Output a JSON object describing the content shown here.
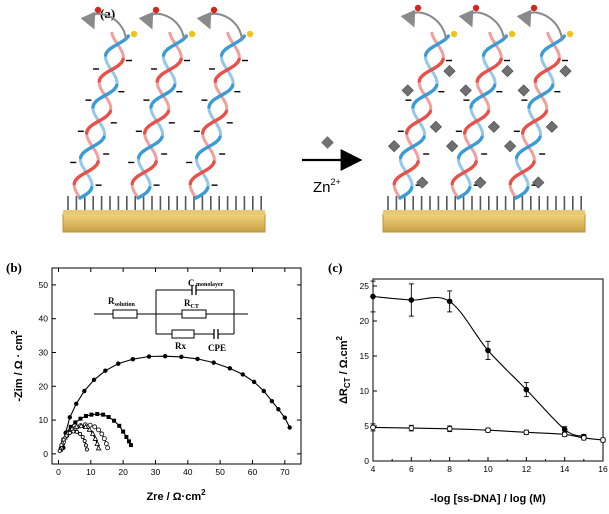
{
  "panel_a": {
    "label": "(a)",
    "reagent": "Zn",
    "reagent_charge": "2+",
    "colors": {
      "strand_red": "#e8504a",
      "strand_blue": "#3a9bd5",
      "gold": "#d9b55a",
      "gold_dark": "#b8913a",
      "dot_red": "#d9231d",
      "dot_yellow": "#f2c21b",
      "zn_diamond": "#707070"
    },
    "icons": [
      "dna-double-helix-icon",
      "curved-arrow-icon",
      "zinc-ion-diamond-icon",
      "gold-electrode-icon"
    ]
  },
  "chart_data": [
    {
      "panel": "(b)",
      "type": "scatter",
      "xlabel": "Zre / Ω·cm",
      "xlabel_sup": "2",
      "ylabel": "-Zim / Ω · cm",
      "ylabel_sup": "2",
      "xlim": [
        -2,
        75
      ],
      "ylim": [
        -3,
        55
      ],
      "xticks": [
        0,
        10,
        20,
        30,
        40,
        50,
        60,
        70
      ],
      "yticks": [
        0,
        10,
        20,
        30,
        40,
        50
      ],
      "series": [
        {
          "marker": "filled-circle",
          "fit": true,
          "points": [
            [
              1.5,
              1.8
            ],
            [
              2.2,
              6.2
            ],
            [
              3.5,
              10.8
            ],
            [
              5.5,
              14.8
            ],
            [
              8,
              18.6
            ],
            [
              11,
              21.9
            ],
            [
              14.5,
              24.6
            ],
            [
              18.5,
              26.7
            ],
            [
              23,
              28.0
            ],
            [
              28,
              28.8
            ],
            [
              33,
              28.9
            ],
            [
              38,
              28.7
            ],
            [
              43,
              28.1
            ],
            [
              48,
              27.0
            ],
            [
              53,
              25.3
            ],
            [
              57,
              23.5
            ],
            [
              60.5,
              21.3
            ],
            [
              63.5,
              18.6
            ],
            [
              66,
              15.6
            ],
            [
              68,
              13.2
            ],
            [
              70,
              10.7
            ],
            [
              71.5,
              7.8
            ]
          ]
        },
        {
          "marker": "filled-square",
          "fit": true,
          "points": [
            [
              0.8,
              1.5
            ],
            [
              1.5,
              4.2
            ],
            [
              2.5,
              6.3
            ],
            [
              3.8,
              8.0
            ],
            [
              5.2,
              9.3
            ],
            [
              6.8,
              10.4
            ],
            [
              8.5,
              11.2
            ],
            [
              10.2,
              11.6
            ],
            [
              12,
              11.8
            ],
            [
              13.8,
              11.6
            ],
            [
              15.5,
              10.9
            ],
            [
              17.2,
              9.8
            ],
            [
              18.8,
              8.3
            ],
            [
              20,
              6.6
            ],
            [
              21,
              5.0
            ],
            [
              21.8,
              3.7
            ],
            [
              22.4,
              2.6
            ]
          ]
        },
        {
          "marker": "open-circle",
          "fit": true,
          "points": [
            [
              0.8,
              1.6
            ],
            [
              1.6,
              3.6
            ],
            [
              2.6,
              5.4
            ],
            [
              3.8,
              6.7
            ],
            [
              5.2,
              7.6
            ],
            [
              6.8,
              8.3
            ],
            [
              8.3,
              8.6
            ],
            [
              9.8,
              8.5
            ],
            [
              11.2,
              8.0
            ],
            [
              12.4,
              7.1
            ],
            [
              13.4,
              5.9
            ],
            [
              14.2,
              4.5
            ],
            [
              14.8,
              3.0
            ],
            [
              15.2,
              1.8
            ]
          ]
        },
        {
          "marker": "open-triangle",
          "fit": true,
          "points": [
            [
              0.6,
              1.3
            ],
            [
              1.2,
              3.2
            ],
            [
              2,
              4.9
            ],
            [
              3,
              6.3
            ],
            [
              4.2,
              7.4
            ],
            [
              5.6,
              8.1
            ],
            [
              7,
              8.3
            ],
            [
              8.4,
              8.0
            ],
            [
              9.6,
              7.2
            ],
            [
              10.6,
              6.0
            ],
            [
              11.4,
              4.5
            ],
            [
              12,
              3.0
            ],
            [
              12.4,
              1.7
            ]
          ]
        },
        {
          "marker": "open-circle-small",
          "fit": true,
          "points": [
            [
              0.4,
              0.9
            ],
            [
              0.9,
              2.6
            ],
            [
              1.6,
              4.2
            ],
            [
              2.5,
              5.4
            ],
            [
              3.5,
              6.2
            ],
            [
              4.6,
              6.6
            ],
            [
              5.7,
              6.5
            ],
            [
              6.7,
              5.9
            ],
            [
              7.5,
              5.0
            ],
            [
              8.1,
              3.8
            ],
            [
              8.5,
              2.5
            ],
            [
              8.8,
              1.3
            ]
          ]
        }
      ],
      "circuit": {
        "r_solution": "R",
        "r_solution_sub": "solution",
        "c_mono": "C",
        "c_mono_sub": "monolayer",
        "r_ct": "R",
        "r_ct_sub": "CT",
        "rx": "Rx",
        "cpe": "CPE"
      }
    },
    {
      "panel": "(c)",
      "type": "line",
      "xlabel": "-log [ss-DNA] / log (M)",
      "ylabel": "ΔR",
      "ylabel_sub": "CT",
      "ylabel_rest": " / Ω.cm",
      "ylabel_sup": "2",
      "xlim": [
        4,
        16
      ],
      "ylim": [
        0,
        26
      ],
      "xticks": [
        4,
        6,
        8,
        10,
        12,
        14,
        16
      ],
      "yticks": [
        0,
        5,
        10,
        15,
        20,
        25
      ],
      "series": [
        {
          "marker": "filled-circle",
          "x": [
            4,
            6,
            8,
            10,
            12,
            14,
            15
          ],
          "y": [
            23.5,
            23.0,
            22.8,
            15.8,
            10.2,
            4.5,
            3.5
          ],
          "err": [
            2.2,
            2.3,
            1.5,
            1.3,
            1.0,
            0.4,
            0.3
          ]
        },
        {
          "marker": "open-circle",
          "x": [
            4,
            6,
            8,
            10,
            12,
            14,
            15,
            16
          ],
          "y": [
            4.8,
            4.7,
            4.6,
            4.4,
            4.1,
            3.8,
            3.3,
            3.0
          ],
          "err": [
            0.5,
            0.4,
            0.4,
            0.3,
            0.3,
            0.3,
            0.3,
            0.3
          ]
        }
      ]
    }
  ]
}
